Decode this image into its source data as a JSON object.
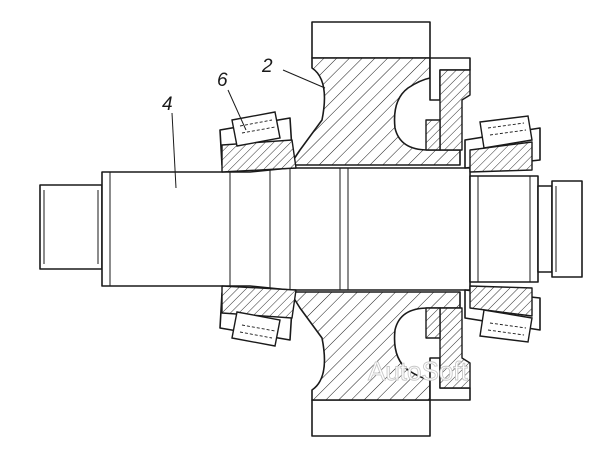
{
  "callouts": [
    {
      "id": "2",
      "label": "2"
    },
    {
      "id": "6",
      "label": "6"
    },
    {
      "id": "4",
      "label": "4"
    }
  ],
  "watermark": "AutoSoft",
  "colors": {
    "line": "#1a1a1a",
    "background": "#ffffff",
    "watermark_outline": "#c8c8c8"
  }
}
